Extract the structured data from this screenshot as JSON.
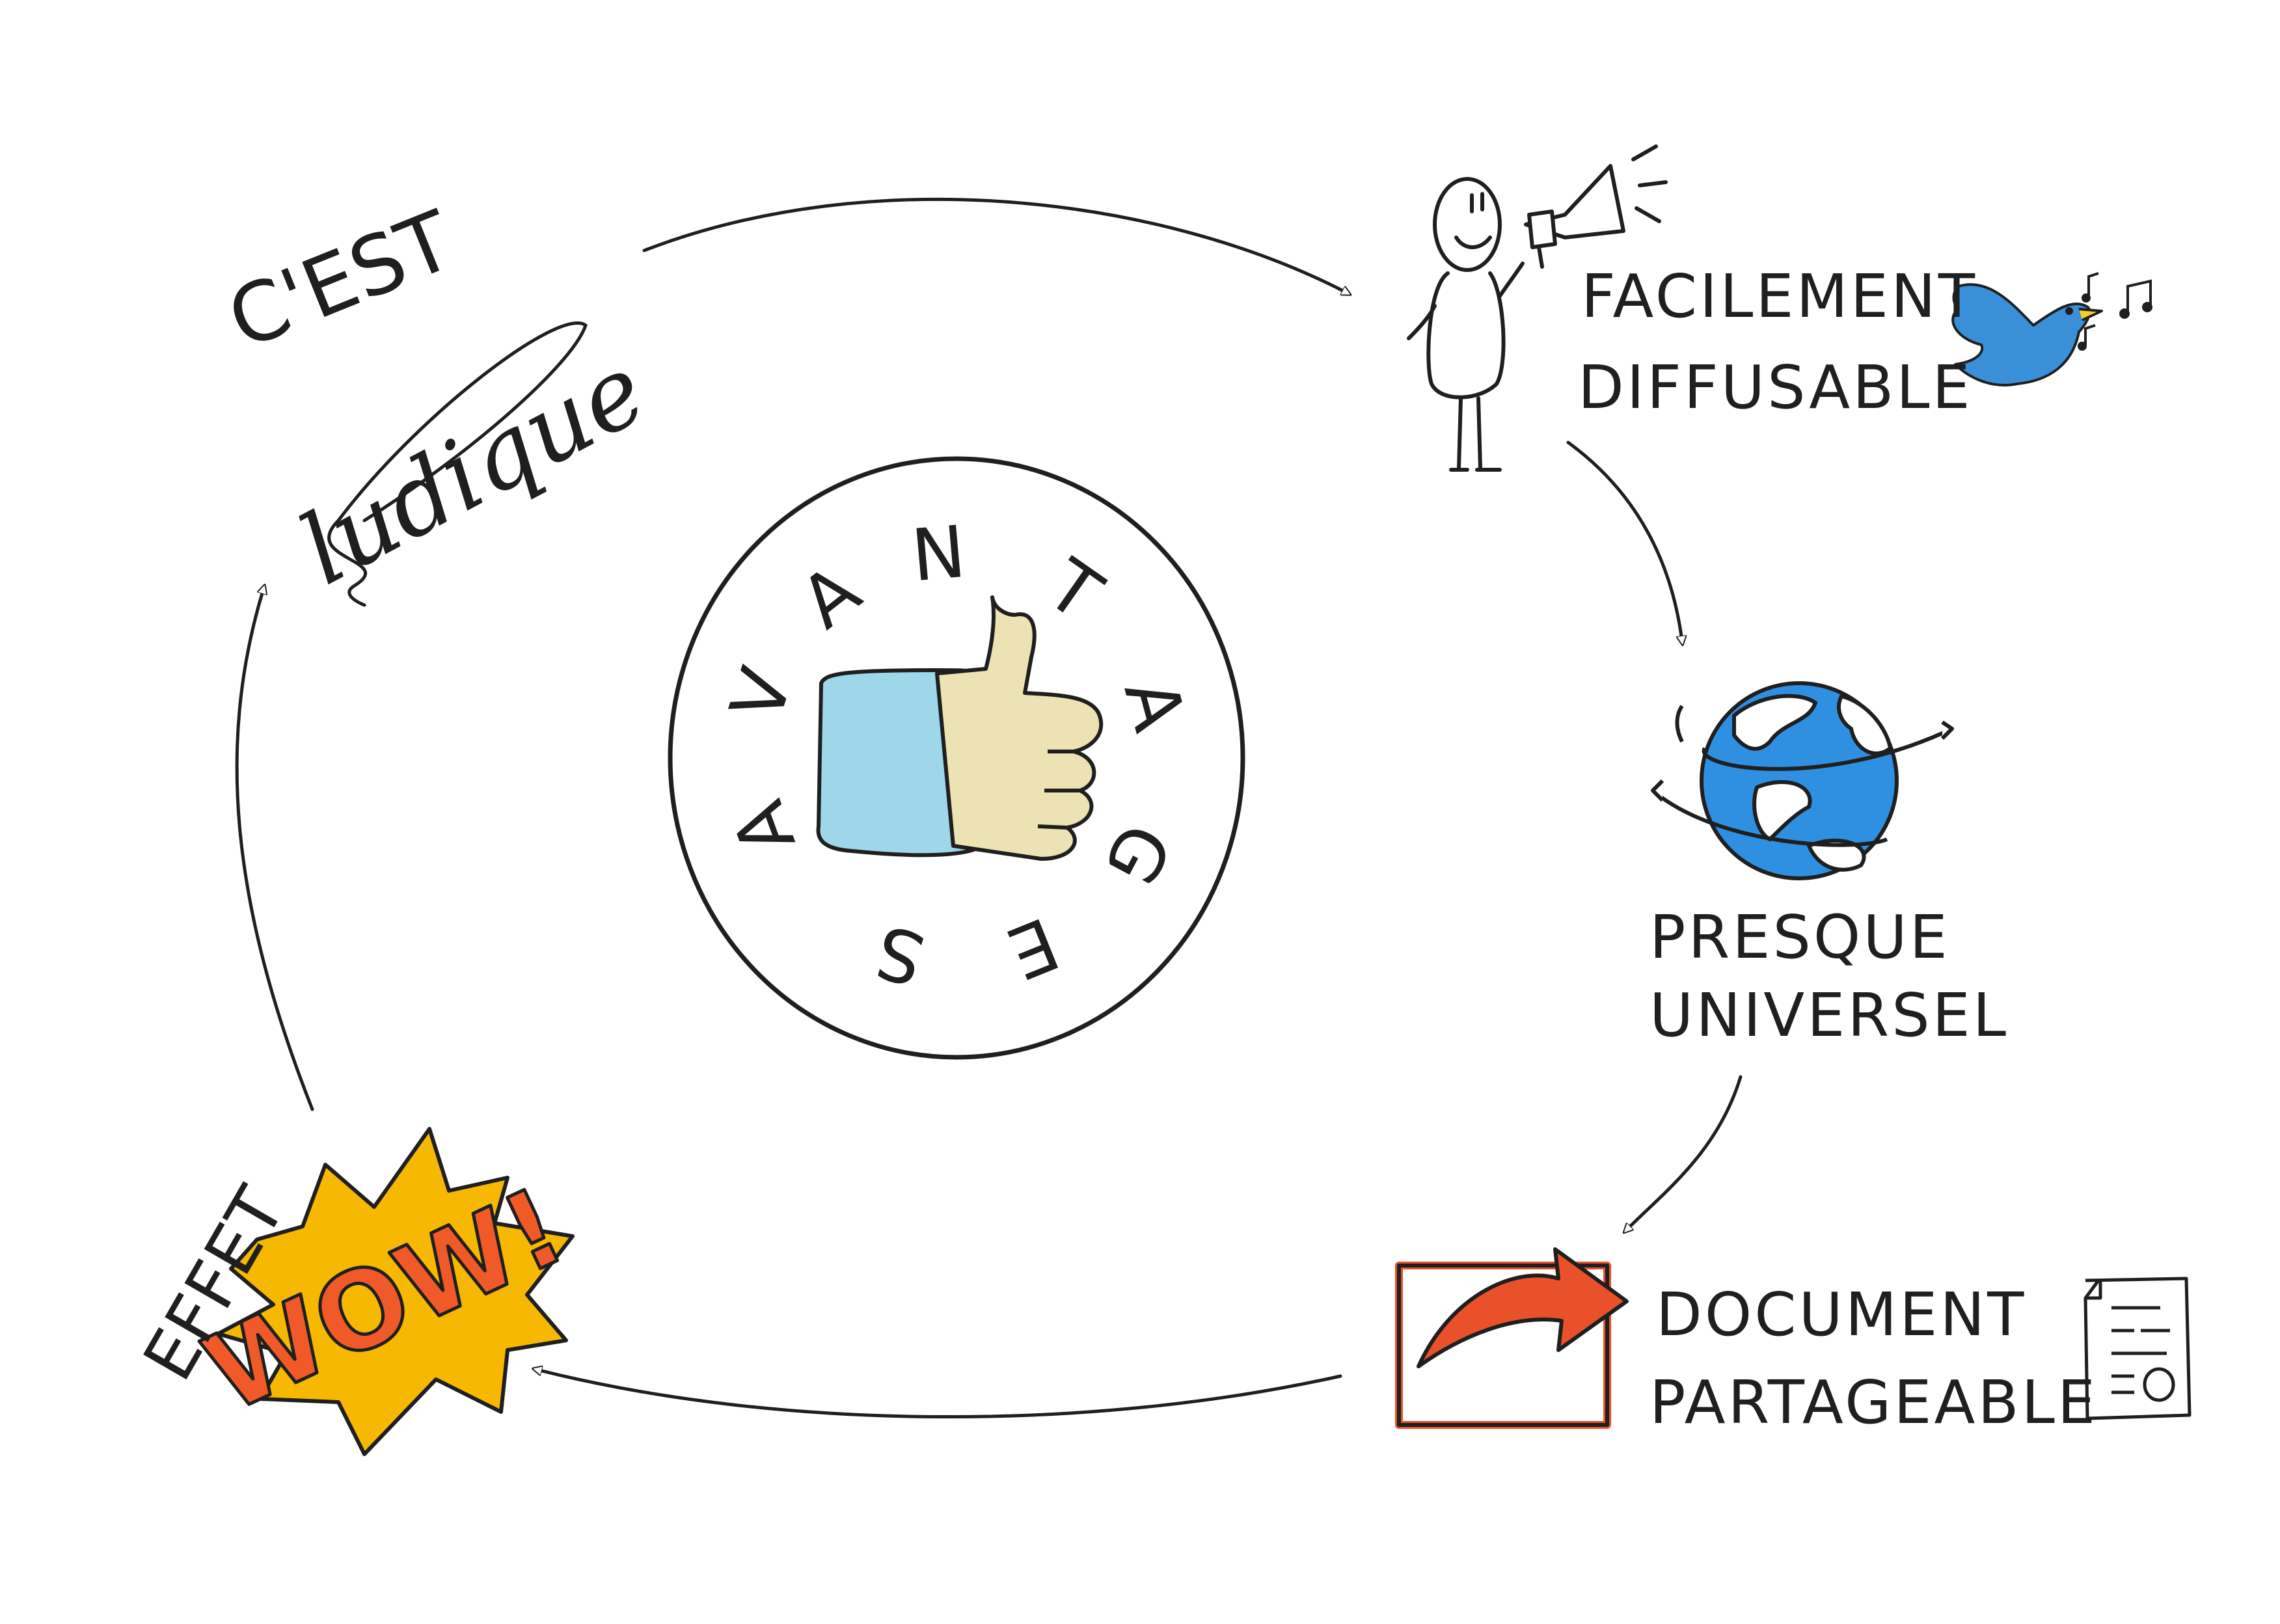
{
  "center": {
    "letters": [
      "A",
      "V",
      "A",
      "N",
      "T",
      "A",
      "G",
      "E",
      "S"
    ]
  },
  "nodes": {
    "ludique": {
      "line1": "C'EST",
      "line2": "ludique"
    },
    "diffusable": {
      "line1": "FACILEMENT",
      "line2": "DIFFUSABLE"
    },
    "universel": {
      "line1": "PRESQUE",
      "line2": "UNIVERSEL"
    },
    "partageable": {
      "line1": "DOCUMENT",
      "line2": "PARTAGEABLE"
    },
    "wow": {
      "label": "EFFET",
      "burst": "WOW!"
    }
  },
  "colors": {
    "ink": "#1f1f1f",
    "twitter_blue": "#3a8fd9",
    "globe_blue": "#2f8fe0",
    "sleeve_blue": "#9ed6ea",
    "hand_beige": "#ece2b4",
    "burst_yellow": "#f6b800",
    "wow_red": "#f05a28",
    "share_red": "#e8512a"
  },
  "icons": [
    "megaphone-person-icon",
    "twitter-bird-icon",
    "music-notes-icon",
    "globe-icon",
    "share-arrow-icon",
    "document-icon",
    "thumbs-up-icon",
    "wow-burst-icon"
  ]
}
